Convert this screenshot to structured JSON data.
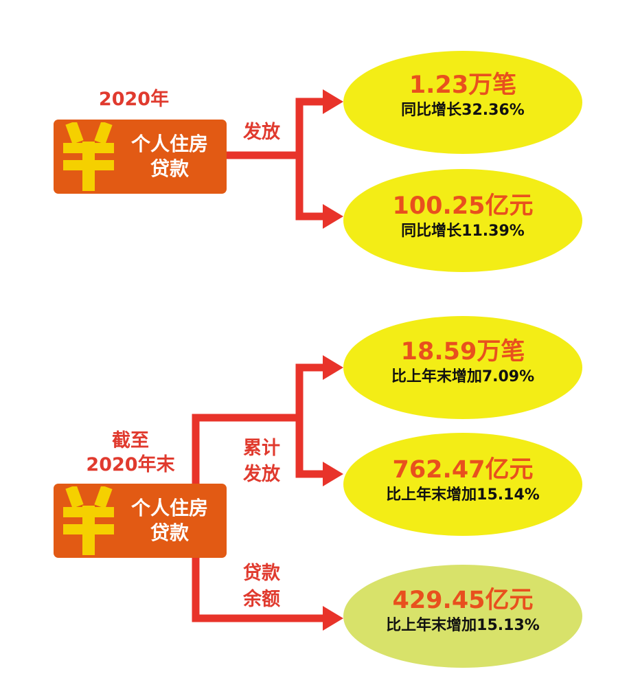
{
  "colors": {
    "arrow": "#e8332a",
    "loan_box": "#e25a14",
    "yen_symbol": "#f5d000",
    "ellipse_yellow": "#f3ed16",
    "ellipse_green": "#d8e26a",
    "value_text": "#e8501e",
    "label_red": "#e03a2e"
  },
  "section1": {
    "year_label": "2020年",
    "loan_icon": "yen-icon",
    "loan_label_line1": "个人住房",
    "loan_label_line2": "贷款",
    "verb": "发放",
    "results": [
      {
        "value": "1.23万笔",
        "growth": "同比增长32.36%"
      },
      {
        "value": "100.25亿元",
        "growth": "同比增长11.39%"
      }
    ]
  },
  "section2": {
    "year_label_line1": "截至",
    "year_label_line2": "2020年末",
    "loan_icon": "yen-icon",
    "loan_label_line1": "个人住房",
    "loan_label_line2": "贷款",
    "verb1_line1": "累计",
    "verb1_line2": "发放",
    "verb2_line1": "贷款",
    "verb2_line2": "余额",
    "results": [
      {
        "value": "18.59万笔",
        "growth": "比上年末增加7.09%"
      },
      {
        "value": "762.47亿元",
        "growth": "比上年末增加15.14%"
      },
      {
        "value": "429.45亿元",
        "growth": "比上年末增加15.13%"
      }
    ]
  }
}
